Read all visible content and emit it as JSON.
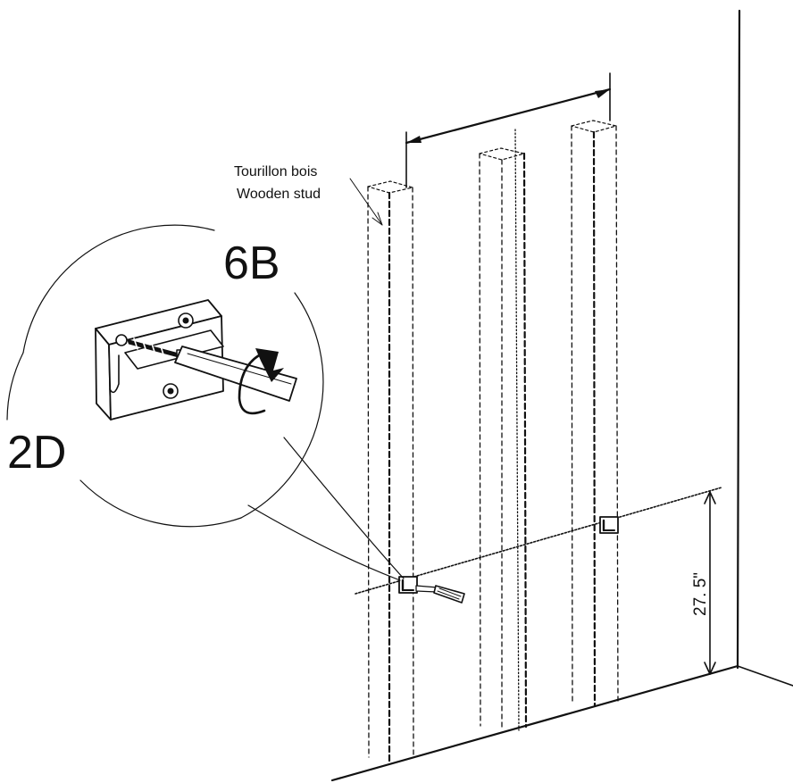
{
  "labels": {
    "stud_fr": "Tourillon bois",
    "stud_en": "Wooden stud",
    "callout_top": "6B",
    "callout_bottom": "2D",
    "height_dim": "27. 5\""
  },
  "colors": {
    "ink": "#111111",
    "background": "#ffffff"
  }
}
